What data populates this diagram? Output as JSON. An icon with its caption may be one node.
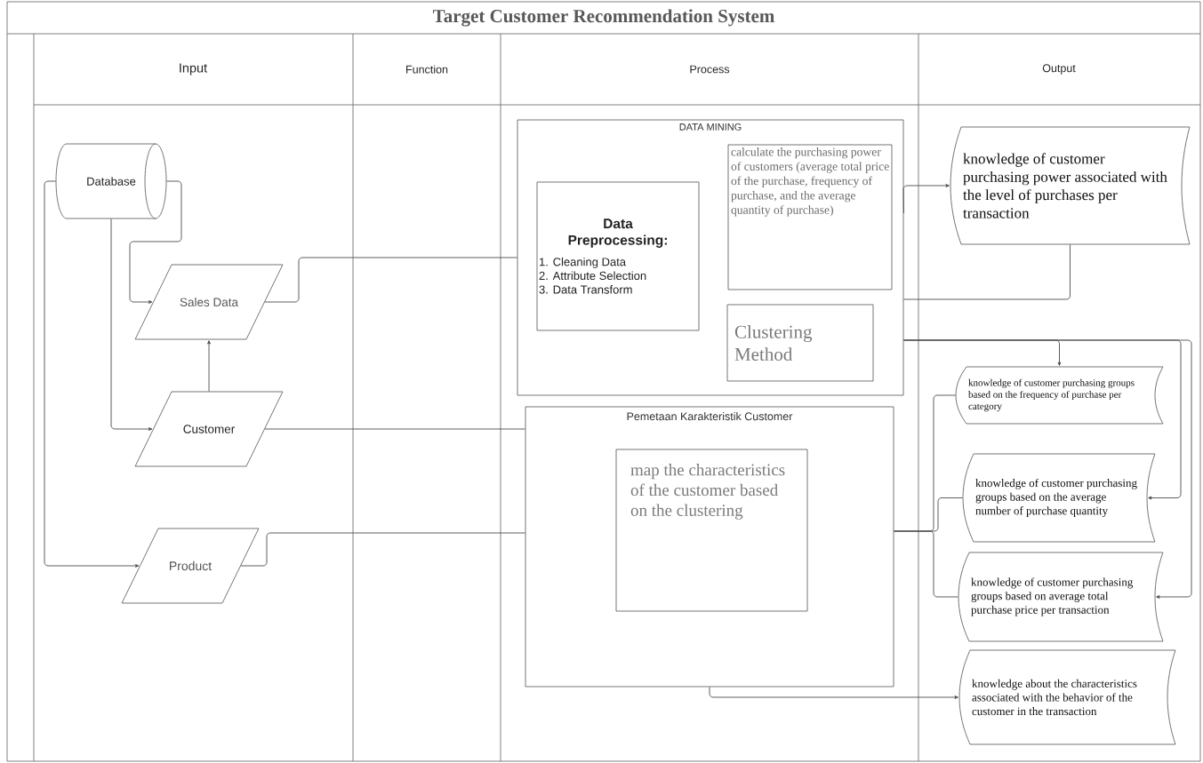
{
  "diagram": {
    "title": "Target Customer Recommendation System",
    "nodes": [
      {
        "text": [
          "Database"
        ]
      },
      {
        "text": [
          "Sales Data"
        ]
      },
      {
        "text": [
          "Customer"
        ]
      },
      {
        "text": [
          "Product"
        ]
      },
      {
        "text": [
          "DATA MINING"
        ]
      },
      {
        "text": [
          "Data Preprocessing:",
          "1. Cleaning Data",
          "2. Attribute Selection",
          "3. Data Transform"
        ],
        "in": 4
      },
      {
        "text": [
          "calculate the purchasing power of customers (average total price of the purchase, frequency of purchase, and the average quantity of purchase)"
        ],
        "in": 4
      },
      {
        "text": [
          "Clustering Method"
        ],
        "in": 4
      },
      {
        "text": [
          "Pemetaan Karakteristik Customer"
        ]
      },
      {
        "text": [
          "map the characteristics of the customer based on the clustering"
        ],
        "in": 8
      },
      {
        "text": [
          "knowledge of customer purchasing power associated with the level of purchases per transaction"
        ]
      },
      {
        "text": [
          "knowledge of customer purchasing groups based on the frequency of purchase per category"
        ]
      },
      {
        "text": [
          "knowledge of customer purchasing groups based on the average number of purchase quantity"
        ]
      },
      {
        "text": [
          "knowledge of customer purchasing groups based on average total purchase price per transaction"
        ]
      },
      {
        "text": [
          "knowledge about the characteristics associated with the behavior of the customer in the transaction"
        ]
      }
    ],
    "edges": [
      {
        "from": 0,
        "to": 1,
        "arrow": "to"
      },
      {
        "from": 0,
        "to": 2,
        "arrow": "to"
      },
      {
        "from": 0,
        "to": 3,
        "arrow": "to"
      },
      {
        "from": 2,
        "to": 1,
        "arrow": "to"
      },
      {
        "from": 1,
        "to": 4,
        "arrow": "none"
      },
      {
        "from": 2,
        "to": 8,
        "arrow": "none"
      },
      {
        "from": 3,
        "to": 8,
        "arrow": "none"
      },
      {
        "from": 4,
        "to": 10,
        "arrow": "to"
      },
      {
        "from": 10,
        "to": 4,
        "arrow": "none"
      },
      {
        "from": 4,
        "to": 11,
        "arrow": "to"
      },
      {
        "from": 4,
        "to": 12,
        "arrow": "to"
      },
      {
        "from": 4,
        "to": 13,
        "arrow": "to"
      },
      {
        "from": 8,
        "to": 11,
        "arrow": "none"
      },
      {
        "from": 8,
        "to": 12,
        "arrow": "none"
      },
      {
        "from": 8,
        "to": 13,
        "arrow": "none"
      },
      {
        "from": 8,
        "to": 14,
        "arrow": "to"
      }
    ],
    "labels": [
      "Input",
      "Function",
      "Process",
      "Output"
    ]
  }
}
